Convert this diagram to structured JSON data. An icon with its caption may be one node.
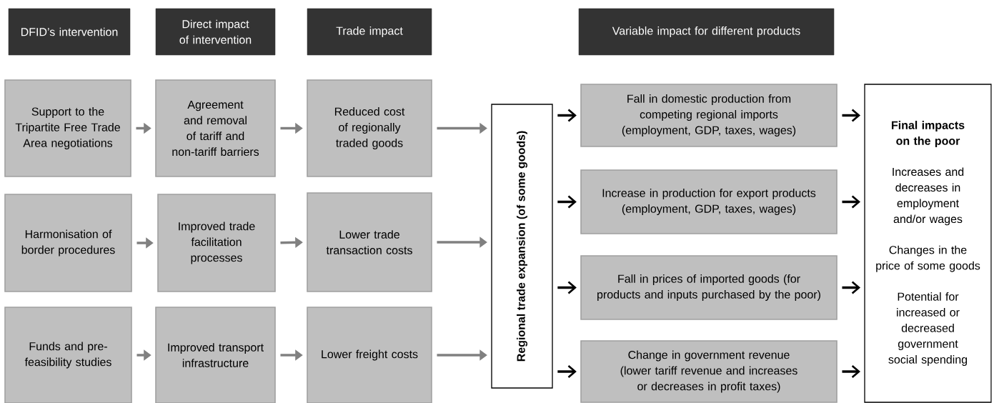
{
  "diagram": {
    "nodes": [
      {
        "text": [
          "DFID’s intervention"
        ]
      },
      {
        "text": [
          "Direct impact of intervention"
        ]
      },
      {
        "text": [
          "Trade impact"
        ]
      },
      {
        "text": [
          "Variable impact for different products"
        ]
      },
      {
        "text": [
          "Support to the Tripartite Free Trade Area negotiations"
        ]
      },
      {
        "text": [
          "Agreement and removal of tariff and non-tariff barriers"
        ]
      },
      {
        "text": [
          "Reduced cost of regionally traded goods"
        ]
      },
      {
        "text": [
          "Harmonisation of border procedures"
        ]
      },
      {
        "text": [
          "Improved trade facilitation processes"
        ]
      },
      {
        "text": [
          "Lower trade transaction costs"
        ]
      },
      {
        "text": [
          "Funds and pre-feasibility studies"
        ]
      },
      {
        "text": [
          "Improved transport infrastructure"
        ]
      },
      {
        "text": [
          "Lower freight costs"
        ]
      },
      {
        "text": [
          "Regional trade expansion (of some goods)"
        ]
      },
      {
        "text": [
          "Fall in domestic production from competing regional imports (employment, GDP, taxes, wages)"
        ]
      },
      {
        "text": [
          "Increase in production for export products (employment, GDP, taxes, wages)"
        ]
      },
      {
        "text": [
          "Fall in prices of imported goods (for products and inputs purchased by the poor)"
        ]
      },
      {
        "text": [
          "Change in government revenue (lower tariff revenue and increases or decreases in profit taxes)"
        ]
      },
      {
        "text": [
          "Final impacts on the poor",
          "Increases and decreases in employment and/or wages",
          "Changes in the price of some goods",
          "Potential for increased or decreased government social spending"
        ]
      }
    ],
    "edges": [
      {
        "from": 4,
        "to": 5,
        "arrow": "to"
      },
      {
        "from": 5,
        "to": 6,
        "arrow": "to"
      },
      {
        "from": 7,
        "to": 8,
        "arrow": "to"
      },
      {
        "from": 8,
        "to": 9,
        "arrow": "to"
      },
      {
        "from": 10,
        "to": 11,
        "arrow": "to"
      },
      {
        "from": 11,
        "to": 12,
        "arrow": "to"
      },
      {
        "from": 6,
        "to": 13,
        "arrow": "to"
      },
      {
        "from": 9,
        "to": 13,
        "arrow": "to"
      },
      {
        "from": 12,
        "to": 13,
        "arrow": "to"
      },
      {
        "from": 13,
        "to": 14,
        "arrow": "to",
        "color": "#000000"
      },
      {
        "from": 13,
        "to": 15,
        "arrow": "to",
        "color": "#000000"
      },
      {
        "from": 13,
        "to": 16,
        "arrow": "to",
        "color": "#000000"
      },
      {
        "from": 13,
        "to": 17,
        "arrow": "to",
        "color": "#000000"
      },
      {
        "from": 14,
        "to": 18,
        "arrow": "to",
        "color": "#000000"
      },
      {
        "from": 15,
        "to": 18,
        "arrow": "to",
        "color": "#000000"
      },
      {
        "from": 16,
        "to": 18,
        "arrow": "to",
        "color": "#000000"
      },
      {
        "from": 17,
        "to": 18,
        "arrow": "to",
        "color": "#000000"
      }
    ]
  }
}
